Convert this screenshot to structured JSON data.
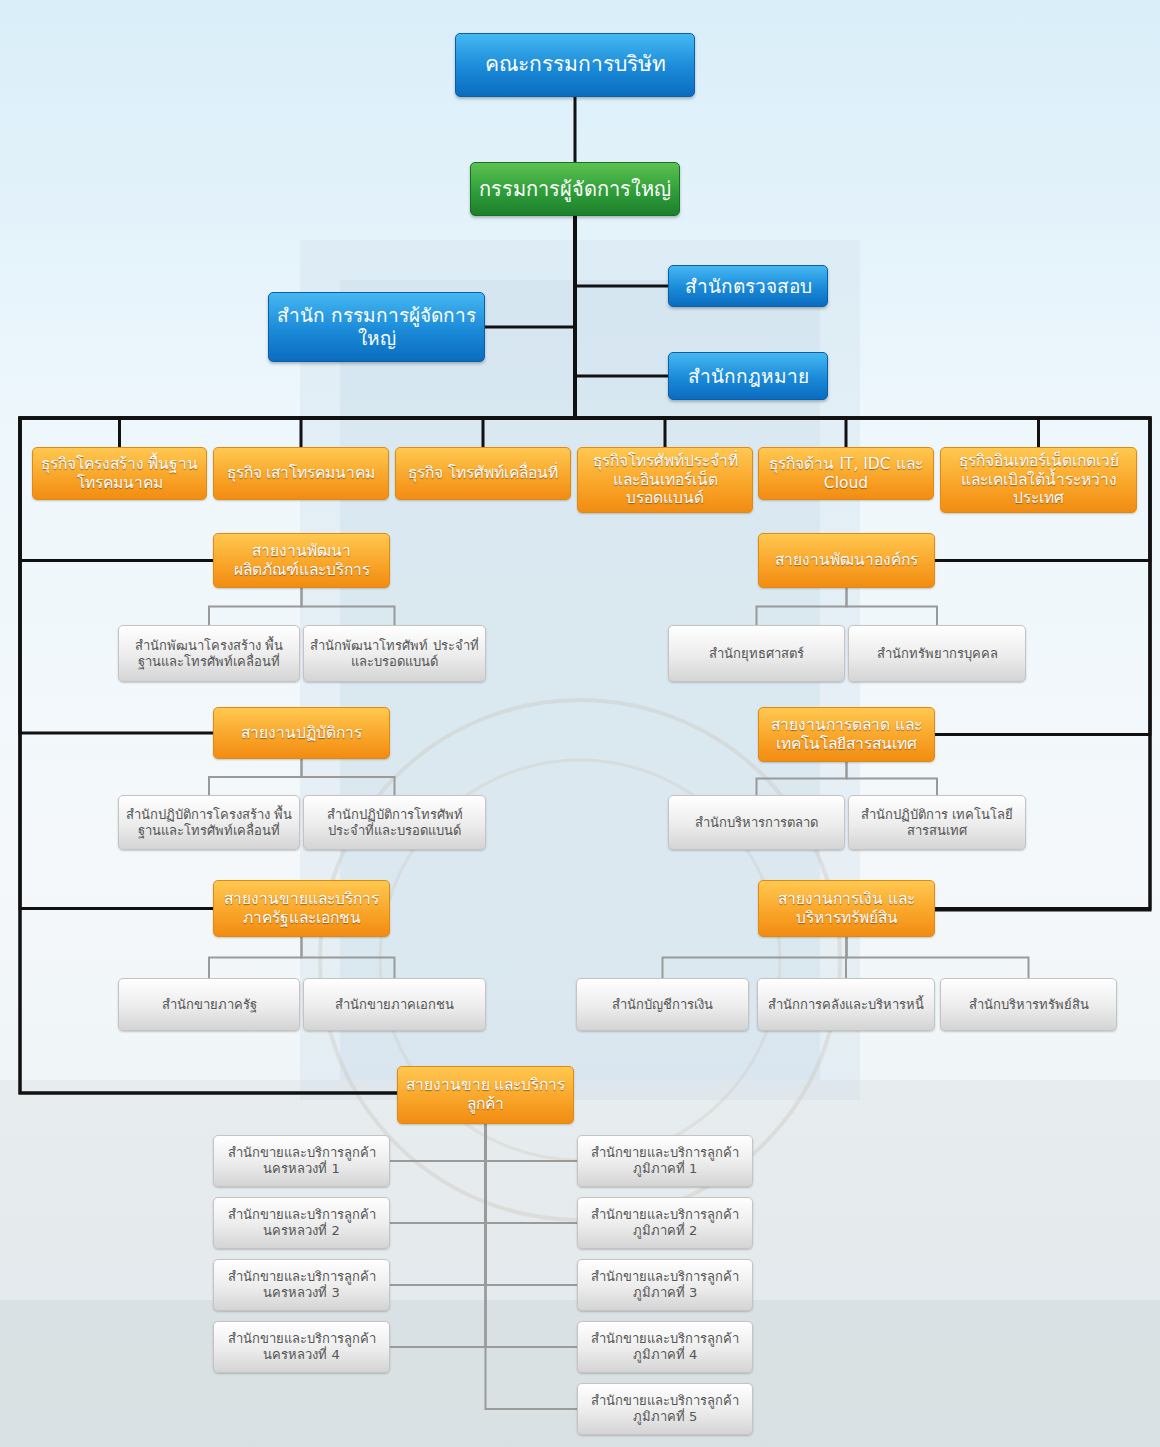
{
  "diagram": {
    "nodes": [
      {
        "text": [
          "คณะกรรมการบริษัท"
        ]
      },
      {
        "text": [
          "กรรมการผู้จัดการใหญ่"
        ]
      },
      {
        "text": [
          "สำนักตรวจสอบ"
        ]
      },
      {
        "text": [
          "สำนัก กรรมการผู้จัดการใหญ่"
        ]
      },
      {
        "text": [
          "สำนักกฎหมาย"
        ]
      },
      {
        "text": [
          "ธุรกิจโครงสร้าง พื้นฐานโทรคมนาคม"
        ]
      },
      {
        "text": [
          "ธุรกิจ เสาโทรคมนาคม"
        ]
      },
      {
        "text": [
          "ธุรกิจ โทรศัพท์เคลื่อนที่"
        ]
      },
      {
        "text": [
          "ธุรกิจโทรศัพท์ประจำที่ และอินเทอร์เน็ตบรอดแบนด์"
        ]
      },
      {
        "text": [
          "ธุรกิจด้าน IT, IDC และ Cloud"
        ]
      },
      {
        "text": [
          "ธุรกิจอินเทอร์เน็ตเกตเวย์ และเคเบิลใต้น้ำระหว่างประเทศ"
        ]
      },
      {
        "text": [
          "สายงานพัฒนา ผลิตภัณฑ์และบริการ"
        ]
      },
      {
        "text": [
          "สายงานพัฒนาองค์กร"
        ]
      },
      {
        "text": [
          "สำนักพัฒนาโครงสร้าง พื้นฐานและโทรศัพท์เคลื่อนที่"
        ]
      },
      {
        "text": [
          "สำนักพัฒนาโทรศัพท์ ประจำที่และบรอดแบนด์"
        ]
      },
      {
        "text": [
          "สำนักยุทธศาสตร์"
        ]
      },
      {
        "text": [
          "สำนักทรัพยากรบุคคล"
        ]
      },
      {
        "text": [
          "สายงานปฏิบัติการ"
        ]
      },
      {
        "text": [
          "สายงานการตลาด และเทคโนโลยีสารสนเทศ"
        ]
      },
      {
        "text": [
          "สำนักปฏิบัติการโครงสร้าง พื้นฐานและโทรศัพท์เคลื่อนที่"
        ]
      },
      {
        "text": [
          "สำนักปฏิบัติการโทรศัพท์ ประจำที่และบรอดแบนด์"
        ]
      },
      {
        "text": [
          "สำนักบริหารการตลาด"
        ]
      },
      {
        "text": [
          "สำนักปฏิบัติการ เทคโนโลยีสารสนเทศ"
        ]
      },
      {
        "text": [
          "สายงานขายและบริการ ภาครัฐและเอกชน"
        ]
      },
      {
        "text": [
          "สายงานการเงิน และบริหารทรัพย์สิน"
        ]
      },
      {
        "text": [
          "สำนักขายภาครัฐ"
        ]
      },
      {
        "text": [
          "สำนักขายภาคเอกชน"
        ]
      },
      {
        "text": [
          "สำนักบัญชีการเงิน"
        ]
      },
      {
        "text": [
          "สำนักการคลังและบริหารหนี้"
        ]
      },
      {
        "text": [
          "สำนักบริหารทรัพย์สิน"
        ]
      },
      {
        "text": [
          "สายงานขาย และบริการลูกค้า"
        ]
      },
      {
        "text": [
          "สำนักขายและบริการลูกค้า นครหลวงที่ 1"
        ]
      },
      {
        "text": [
          "สำนักขายและบริการลูกค้า ภูมิภาคที่ 1"
        ]
      },
      {
        "text": [
          "สำนักขายและบริการลูกค้า นครหลวงที่ 2"
        ]
      },
      {
        "text": [
          "สำนักขายและบริการลูกค้า ภูมิภาคที่ 2"
        ]
      },
      {
        "text": [
          "สำนักขายและบริการลูกค้า นครหลวงที่ 3"
        ]
      },
      {
        "text": [
          "สำนักขายและบริการลูกค้า ภูมิภาคที่ 3"
        ]
      },
      {
        "text": [
          "สำนักขายและบริการลูกค้า นครหลวงที่ 4"
        ]
      },
      {
        "text": [
          "สำนักขายและบริการลูกค้า ภูมิภาคที่ 4"
        ]
      },
      {
        "text": [
          "สำนักขายและบริการลูกค้า ภูมิภาคที่ 5"
        ]
      }
    ],
    "edges": [
      {
        "from": 0,
        "to": 1,
        "arrow": "none"
      },
      {
        "from": 1,
        "to": 2,
        "arrow": "none"
      },
      {
        "from": 1,
        "to": 3,
        "arrow": "none"
      },
      {
        "from": 1,
        "to": 4,
        "arrow": "none"
      },
      {
        "from": 1,
        "to": 5,
        "arrow": "none"
      },
      {
        "from": 1,
        "to": 6,
        "arrow": "none"
      },
      {
        "from": 1,
        "to": 7,
        "arrow": "none"
      },
      {
        "from": 1,
        "to": 8,
        "arrow": "none"
      },
      {
        "from": 1,
        "to": 9,
        "arrow": "none"
      },
      {
        "from": 1,
        "to": 10,
        "arrow": "none"
      },
      {
        "from": 1,
        "to": 11,
        "arrow": "none"
      },
      {
        "from": 1,
        "to": 12,
        "arrow": "none"
      },
      {
        "from": 1,
        "to": 17,
        "arrow": "none"
      },
      {
        "from": 1,
        "to": 18,
        "arrow": "none"
      },
      {
        "from": 1,
        "to": 23,
        "arrow": "none"
      },
      {
        "from": 1,
        "to": 24,
        "arrow": "none"
      },
      {
        "from": 1,
        "to": 30,
        "arrow": "none"
      },
      {
        "from": 11,
        "to": 13,
        "arrow": "none"
      },
      {
        "from": 11,
        "to": 14,
        "arrow": "none"
      },
      {
        "from": 12,
        "to": 15,
        "arrow": "none"
      },
      {
        "from": 12,
        "to": 16,
        "arrow": "none"
      },
      {
        "from": 17,
        "to": 19,
        "arrow": "none"
      },
      {
        "from": 17,
        "to": 20,
        "arrow": "none"
      },
      {
        "from": 18,
        "to": 21,
        "arrow": "none"
      },
      {
        "from": 18,
        "to": 22,
        "arrow": "none"
      },
      {
        "from": 23,
        "to": 25,
        "arrow": "none"
      },
      {
        "from": 23,
        "to": 26,
        "arrow": "none"
      },
      {
        "from": 24,
        "to": 27,
        "arrow": "none"
      },
      {
        "from": 24,
        "to": 28,
        "arrow": "none"
      },
      {
        "from": 24,
        "to": 29,
        "arrow": "none"
      },
      {
        "from": 30,
        "to": 31,
        "arrow": "none"
      },
      {
        "from": 30,
        "to": 32,
        "arrow": "none"
      },
      {
        "from": 30,
        "to": 33,
        "arrow": "none"
      },
      {
        "from": 30,
        "to": 34,
        "arrow": "none"
      },
      {
        "from": 30,
        "to": 35,
        "arrow": "none"
      },
      {
        "from": 30,
        "to": 36,
        "arrow": "none"
      },
      {
        "from": 30,
        "to": 37,
        "arrow": "none"
      },
      {
        "from": 30,
        "to": 38,
        "arrow": "none"
      },
      {
        "from": 30,
        "to": 39,
        "arrow": "none"
      }
    ]
  }
}
